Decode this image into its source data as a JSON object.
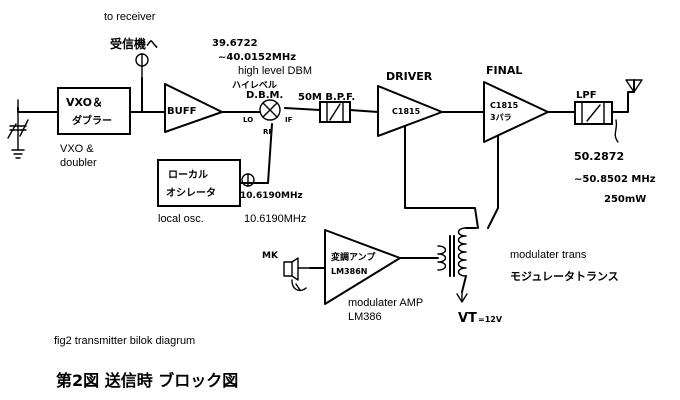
{
  "labels": {
    "to_receiver": "to receiver",
    "receiver_jp": "受信機へ",
    "vxo_block": "VXO＆",
    "vxo_block_2": "ダブラー",
    "vxo_en": "VXO &",
    "vxo_en_2": "doubler",
    "buff": "BUFF",
    "freq_in_1": "39.6722",
    "freq_in_2": "~40.0152MHz",
    "high_level_jp": "ハイレベル",
    "high_level_dbm": "high level DBM",
    "dbm": "D.B.M.",
    "port_lo": "LO",
    "port_rf": "RF",
    "port_if": "IF",
    "bpf": "50M B.P.F.",
    "driver": "DRIVER",
    "driver_part": "C1815",
    "final": "FINAL",
    "final_part": "C1815",
    "final_part_2": "3パラ",
    "lpf": "LPF",
    "out_freq_1": "50.2872",
    "out_freq_2": "~50.8502 MHz",
    "out_power": "250mW",
    "local_osc_jp": "ローカル",
    "local_osc_jp_2": "オシレータ",
    "local_freq_hand": "10.6190MHz",
    "local_osc_en": "local osc.",
    "local_freq": "10.6190MHz",
    "mic": "MK",
    "mod_amp_jp": "変調アンプ",
    "mod_amp_part": "LM386N",
    "mod_amp_en": "modulater AMP",
    "mod_amp_en_2": "LM386",
    "mod_trans_en": "modulater trans",
    "mod_trans_jp": "モジュレータトランス",
    "vt": "VT",
    "vt_value": "=12V",
    "caption_en": "fig2 transmitter bilok diagrum",
    "caption_jp": "第2図 送信時 ブロック図"
  }
}
